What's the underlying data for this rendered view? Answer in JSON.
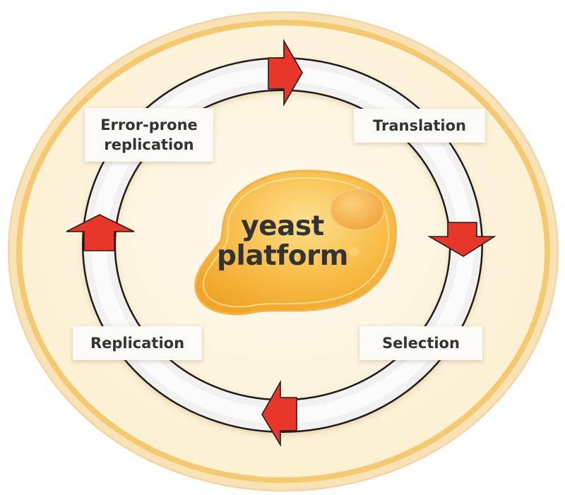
{
  "diagram": {
    "title": "Yeast platform directed-evolution cycle",
    "center": {
      "line1": "yeast",
      "line2": "platform"
    },
    "stages": [
      {
        "id": "translation",
        "lines": [
          "Translation"
        ]
      },
      {
        "id": "selection",
        "lines": [
          "Selection"
        ]
      },
      {
        "id": "replication",
        "lines": [
          "Replication"
        ]
      },
      {
        "id": "error-prone-replication",
        "lines": [
          "Error-prone",
          "replication"
        ]
      }
    ],
    "flow": [
      {
        "from": "error-prone-replication",
        "to": "translation",
        "arrow": "right-arrow"
      },
      {
        "from": "translation",
        "to": "selection",
        "arrow": "down-arrow"
      },
      {
        "from": "selection",
        "to": "replication",
        "arrow": "left-arrow"
      },
      {
        "from": "replication",
        "to": "error-prone-replication",
        "arrow": "up-arrow"
      }
    ],
    "colors": {
      "dish_fill": "#fdf5dc",
      "dish_rim": "#f4c770",
      "dish_rim_outer": "#f9dfae",
      "ring_fill": "#f4f3f2",
      "ring_stroke": "#1a1a1a",
      "arrow_fill": "#e8362a",
      "cell_fill": "#f7b538",
      "cell_highlight": "#fcd77a",
      "text": "#333333"
    }
  }
}
